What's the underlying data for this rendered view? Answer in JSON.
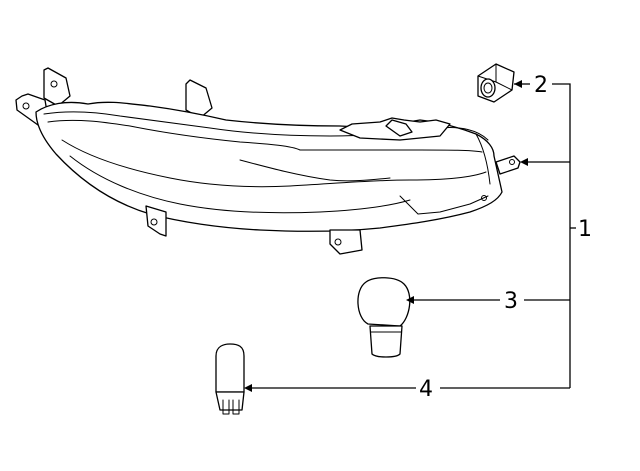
{
  "callouts": {
    "c1": "1",
    "c2": "2",
    "c3": "3",
    "c4": "4"
  },
  "parts": [
    {
      "callout": "1",
      "name": "lamp-housing"
    },
    {
      "callout": "2",
      "name": "grommet"
    },
    {
      "callout": "3",
      "name": "bulb"
    },
    {
      "callout": "4",
      "name": "wedge-bulb"
    }
  ],
  "colors": {
    "line": "#000000",
    "background": "#ffffff"
  }
}
